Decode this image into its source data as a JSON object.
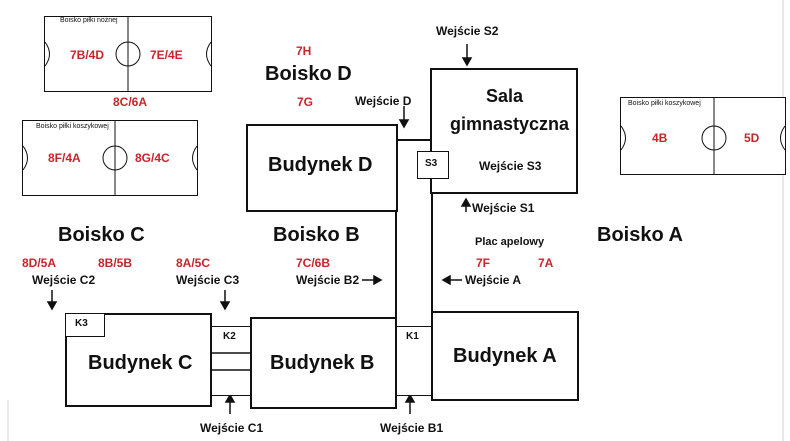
{
  "fields": {
    "football": {
      "caption": "Boisko piłki nożnej",
      "left": "7B/4D",
      "right": "7E/4E",
      "below": "8C/6A"
    },
    "basket_left": {
      "caption": "Boisko piłki koszykowej",
      "left": "8F/4A",
      "right": "8G/4C"
    },
    "basket_right": {
      "caption": "Boisko piłki koszykowej",
      "left": "4B",
      "right": "5D"
    }
  },
  "areas": {
    "boisko_d": {
      "name": "Boisko D",
      "above": "7H",
      "below": "7G"
    },
    "boisko_c": {
      "name": "Boisko C",
      "grades": [
        "8D/5A",
        "8B/5B",
        "8A/5C"
      ]
    },
    "boisko_b": {
      "name": "Boisko B",
      "grade": "7C/6B"
    },
    "boisko_a": {
      "name": "Boisko A"
    },
    "plac": {
      "name": "Plac apelowy",
      "grades": [
        "7F",
        "7A"
      ]
    }
  },
  "buildings": {
    "a": "Budynek A",
    "b": "Budynek B",
    "c": "Budynek C",
    "d": "Budynek D",
    "gym_line1": "Sala",
    "gym_line2": "gimnastyczna"
  },
  "connectors": {
    "k1": "K1",
    "k2": "K2",
    "k3": "K3",
    "s3": "S3"
  },
  "entrances": {
    "s2": "Wejście S2",
    "d": "Wejście D",
    "s3": "Wejście S3",
    "s1": "Wejście S1",
    "c2": "Wejście C2",
    "c3": "Wejście C3",
    "b2": "Wejście B2",
    "a": "Wejście A",
    "c1": "Wejście C1",
    "b1": "Wejście B1"
  }
}
